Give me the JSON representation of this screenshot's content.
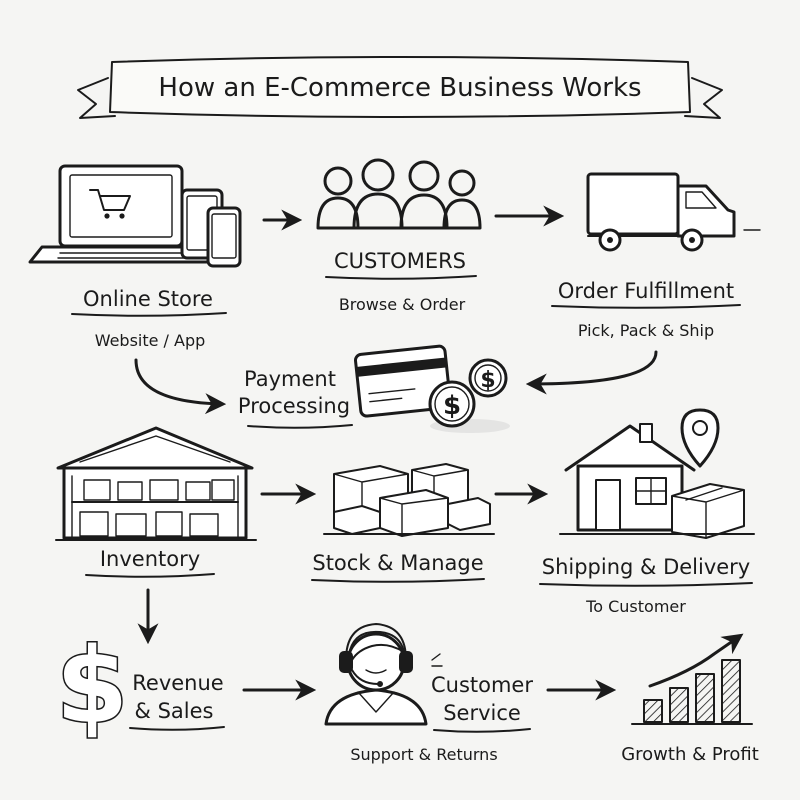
{
  "title": "How an E-Commerce Business Works",
  "nodes": {
    "online_store": {
      "label": "Online Store",
      "sub": "Website / App"
    },
    "customers": {
      "label": "CUSTOMERS",
      "sub": "Browse & Order"
    },
    "order_fulfillment": {
      "label": "Order Fulfillment",
      "sub": "Pick, Pack & Ship"
    },
    "payment": {
      "label_line1": "Payment",
      "label_line2": "Processing"
    },
    "inventory": {
      "label": "Inventory"
    },
    "stock": {
      "label": "Stock & Manage"
    },
    "shipping": {
      "label": "Shipping & Delivery",
      "sub": "To Customer"
    },
    "revenue": {
      "label_line1": "Revenue",
      "label_line2": "& Sales"
    },
    "customer_service": {
      "label_line1": "Customer",
      "label_line2": "Service",
      "sub": "Support & Returns"
    },
    "growth": {
      "label": "Growth & Profit"
    }
  },
  "icons": {
    "online_store": "laptop-cart-devices-icon",
    "customers": "people-group-icon",
    "order_fulfillment": "delivery-truck-icon",
    "payment": "credit-card-coins-icon",
    "inventory": "warehouse-icon",
    "stock": "boxes-icon",
    "shipping": "house-location-package-icon",
    "revenue": "dollar-sign-icon",
    "customer_service": "headset-agent-icon",
    "growth": "rising-bar-chart-icon"
  },
  "flow_arrows": [
    "online_store -> customers",
    "customers -> order_fulfillment",
    "online_store -> payment",
    "order_fulfillment -> payment",
    "inventory -> stock",
    "stock -> shipping",
    "inventory -> revenue",
    "revenue -> customer_service",
    "customer_service -> growth"
  ]
}
